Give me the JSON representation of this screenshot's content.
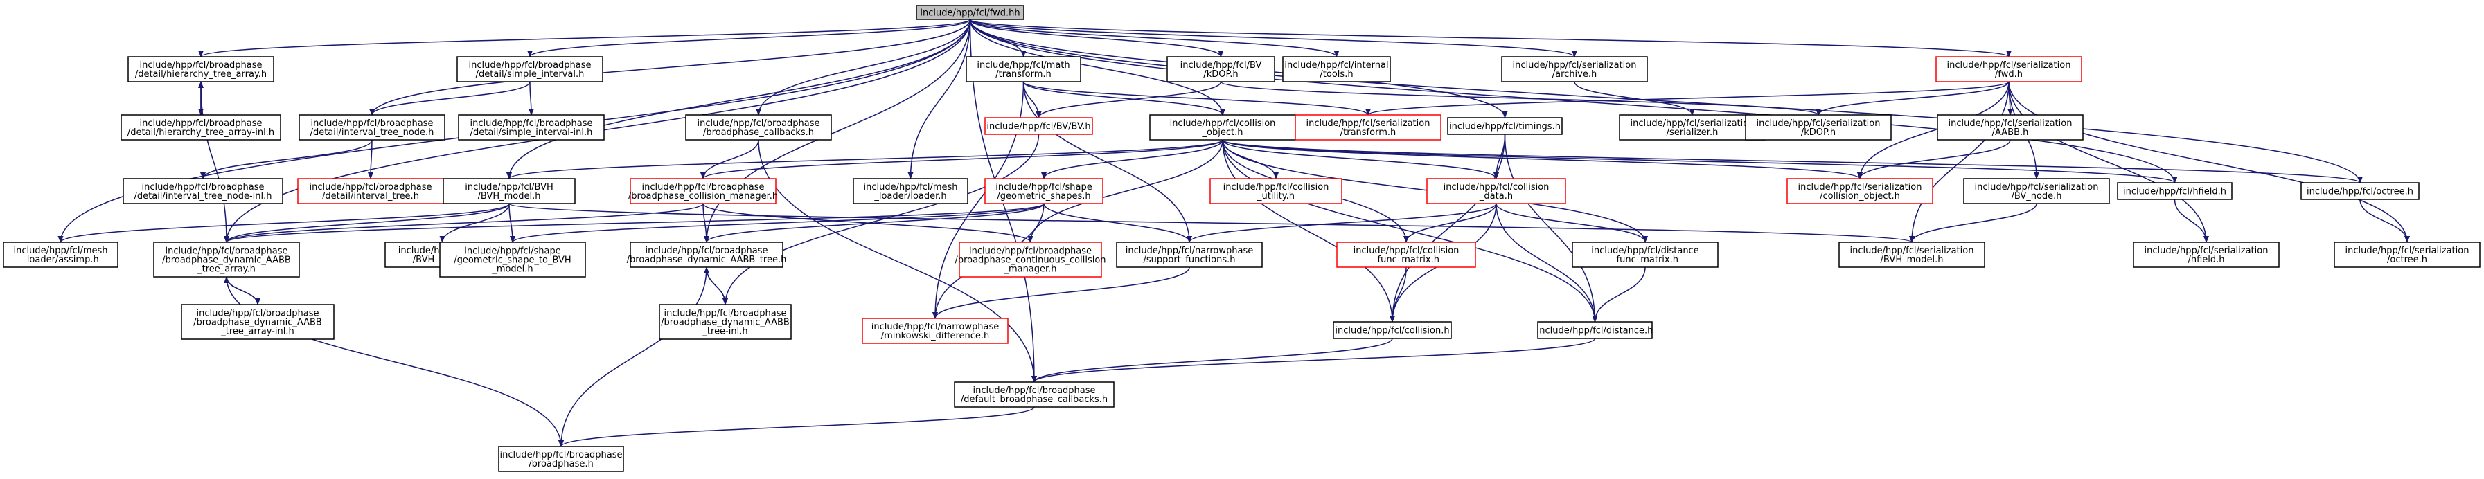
{
  "graph": {
    "title": "",
    "edge_color": "#191970",
    "missing_file_border": "#ff0000",
    "root_fill": "#bfbfbf",
    "nodes": [
      {
        "id": "fwd",
        "label": [
          "include/hpp/fcl/fwd.hh"
        ],
        "root": true
      },
      {
        "id": "hier_tree",
        "label": [
          "include/hpp/fcl/broadphase",
          "/detail/hierarchy_tree_array.h"
        ]
      },
      {
        "id": "simple_int",
        "label": [
          "include/hpp/fcl/broadphase",
          "/detail/simple_interval.h"
        ]
      },
      {
        "id": "math_tf",
        "label": [
          "include/hpp/fcl/math",
          "/transform.h"
        ]
      },
      {
        "id": "kdop",
        "label": [
          "include/hpp/fcl/BV",
          "/kDOP.h"
        ]
      },
      {
        "id": "internal_tools",
        "label": [
          "include/hpp/fcl/internal",
          "/tools.h"
        ]
      },
      {
        "id": "ser_archive",
        "label": [
          "include/hpp/fcl/serialization",
          "/archive.h"
        ]
      },
      {
        "id": "ser_fwd",
        "label": [
          "include/hpp/fcl/serialization",
          "/fwd.h"
        ],
        "red": true
      },
      {
        "id": "hier_tree_inl",
        "label": [
          "include/hpp/fcl/broadphase",
          "/detail/hierarchy_tree_array-inl.h"
        ]
      },
      {
        "id": "int_tree_node",
        "label": [
          "include/hpp/fcl/broadphase",
          "/detail/interval_tree_node.h"
        ]
      },
      {
        "id": "simple_int_inl",
        "label": [
          "include/hpp/fcl/broadphase",
          "/detail/simple_interval-inl.h"
        ]
      },
      {
        "id": "bp_callbacks",
        "label": [
          "include/hpp/fcl/broadphase",
          "/broadphase_callbacks.h"
        ]
      },
      {
        "id": "bvbv",
        "label": [
          "include/hpp/fcl/BV/BV.h"
        ],
        "red": true
      },
      {
        "id": "coll_obj",
        "label": [
          "include/hpp/fcl/collision",
          "_object.h"
        ]
      },
      {
        "id": "ser_tf",
        "label": [
          "include/hpp/fcl/serialization",
          "/transform.h"
        ],
        "red": true
      },
      {
        "id": "timings",
        "label": [
          "include/hpp/fcl/timings.h"
        ]
      },
      {
        "id": "ser_serializer",
        "label": [
          "include/hpp/fcl/serialization",
          "/serializer.h"
        ]
      },
      {
        "id": "ser_kdop",
        "label": [
          "include/hpp/fcl/serialization",
          "/kDOP.h"
        ]
      },
      {
        "id": "ser_aabb",
        "label": [
          "include/hpp/fcl/serialization",
          "/AABB.h"
        ]
      },
      {
        "id": "int_tree_node_inl",
        "label": [
          "include/hpp/fcl/broadphase",
          "/detail/interval_tree_node-inl.h"
        ]
      },
      {
        "id": "int_tree",
        "label": [
          "include/hpp/fcl/broadphase",
          "/detail/interval_tree.h"
        ],
        "red": true
      },
      {
        "id": "bvh_model",
        "label": [
          "include/hpp/fcl/BVH",
          "/BVH_model.h"
        ]
      },
      {
        "id": "bp_coll_mgr",
        "label": [
          "include/hpp/fcl/broadphase",
          "/broadphase_collision_manager.h"
        ],
        "red": true
      },
      {
        "id": "mesh_loader",
        "label": [
          "include/hpp/fcl/mesh",
          "_loader/loader.h"
        ]
      },
      {
        "id": "shape_geom",
        "label": [
          "include/hpp/fcl/shape",
          "/geometric_shapes.h"
        ],
        "red": true
      },
      {
        "id": "coll_utility",
        "label": [
          "include/hpp/fcl/collision",
          "_utility.h"
        ],
        "red": true
      },
      {
        "id": "coll_data",
        "label": [
          "include/hpp/fcl/collision",
          "_data.h"
        ],
        "red": true
      },
      {
        "id": "ser_coll_obj",
        "label": [
          "include/hpp/fcl/serialization",
          "/collision_object.h"
        ],
        "red": true
      },
      {
        "id": "ser_bv_node",
        "label": [
          "include/hpp/fcl/serialization",
          "/BV_node.h"
        ]
      },
      {
        "id": "hfield",
        "label": [
          "include/hpp/fcl/hfield.h"
        ]
      },
      {
        "id": "octree",
        "label": [
          "include/hpp/fcl/octree.h"
        ]
      },
      {
        "id": "assimp",
        "label": [
          "include/hpp/fcl/mesh",
          "_loader/assimp.h"
        ]
      },
      {
        "id": "bp_dyn_aabb_arr",
        "label": [
          "include/hpp/fcl/broadphase",
          "/broadphase_dynamic_AABB",
          "_tree_array.h"
        ]
      },
      {
        "id": "bvh_utility",
        "label": [
          "include/hpp/fcl/BVH",
          "/BVH_utility.h"
        ]
      },
      {
        "id": "shape_to_bvh",
        "label": [
          "include/hpp/fcl/shape",
          "/geometric_shape_to_BVH",
          "_model.h"
        ]
      },
      {
        "id": "bp_dyn_aabb",
        "label": [
          "include/hpp/fcl/broadphase",
          "/broadphase_dynamic_AABB_tree.h"
        ]
      },
      {
        "id": "bp_continuous",
        "label": [
          "include/hpp/fcl/broadphase",
          "/broadphase_continuous_collision",
          "_manager.h"
        ],
        "red": true
      },
      {
        "id": "np_support",
        "label": [
          "include/hpp/fcl/narrowphase",
          "/support_functions.h"
        ]
      },
      {
        "id": "coll_func_matrix",
        "label": [
          "include/hpp/fcl/collision",
          "_func_matrix.h"
        ],
        "red": true
      },
      {
        "id": "dist_func_matrix",
        "label": [
          "include/hpp/fcl/distance",
          "_func_matrix.h"
        ]
      },
      {
        "id": "ser_bvh_model",
        "label": [
          "include/hpp/fcl/serialization",
          "/BVH_model.h"
        ]
      },
      {
        "id": "ser_hfield",
        "label": [
          "include/hpp/fcl/serialization",
          "/hfield.h"
        ]
      },
      {
        "id": "ser_octree",
        "label": [
          "include/hpp/fcl/serialization",
          "/octree.h"
        ]
      },
      {
        "id": "bp_dyn_aabb_arr_inl",
        "label": [
          "include/hpp/fcl/broadphase",
          "/broadphase_dynamic_AABB",
          "_tree_array-inl.h"
        ]
      },
      {
        "id": "bp_dyn_aabb_inl",
        "label": [
          "include/hpp/fcl/broadphase",
          "/broadphase_dynamic_AABB",
          "_tree-inl.h"
        ]
      },
      {
        "id": "np_minkowski",
        "label": [
          "include/hpp/fcl/narrowphase",
          "/minkowski_difference.h"
        ],
        "red": true
      },
      {
        "id": "collision_h",
        "label": [
          "include/hpp/fcl/collision.h"
        ]
      },
      {
        "id": "distance_h",
        "label": [
          "include/hpp/fcl/distance.h"
        ]
      },
      {
        "id": "bp_default_cb",
        "label": [
          "include/hpp/fcl/broadphase",
          "/default_broadphase_callbacks.h"
        ]
      },
      {
        "id": "bp_broadphase",
        "label": [
          "include/hpp/fcl/broadphase",
          "/broadphase.h"
        ]
      }
    ],
    "edges": [
      [
        "fwd",
        "hier_tree"
      ],
      [
        "fwd",
        "simple_int"
      ],
      [
        "fwd",
        "math_tf"
      ],
      [
        "fwd",
        "kdop"
      ],
      [
        "fwd",
        "internal_tools"
      ],
      [
        "fwd",
        "ser_archive"
      ],
      [
        "fwd",
        "ser_fwd"
      ],
      [
        "fwd",
        "int_tree_node"
      ],
      [
        "fwd",
        "bp_callbacks"
      ],
      [
        "fwd",
        "coll_obj"
      ],
      [
        "fwd",
        "timings"
      ],
      [
        "fwd",
        "bvh_model"
      ],
      [
        "fwd",
        "mesh_loader"
      ],
      [
        "fwd",
        "bp_dyn_aabb_arr"
      ],
      [
        "fwd",
        "assimp"
      ],
      [
        "fwd",
        "hfield"
      ],
      [
        "fwd",
        "octree"
      ],
      [
        "fwd",
        "bp_default_cb"
      ],
      [
        "fwd",
        "bp_dyn_aabb"
      ],
      [
        "hier_tree",
        "hier_tree_inl"
      ],
      [
        "hier_tree_inl",
        "hier_tree"
      ],
      [
        "hier_tree",
        "bp_dyn_aabb_arr"
      ],
      [
        "simple_int",
        "int_tree_node"
      ],
      [
        "simple_int",
        "simple_int_inl"
      ],
      [
        "int_tree_node",
        "int_tree_node_inl"
      ],
      [
        "int_tree_node",
        "int_tree"
      ],
      [
        "math_tf",
        "bvbv"
      ],
      [
        "math_tf",
        "coll_obj"
      ],
      [
        "math_tf",
        "ser_tf"
      ],
      [
        "math_tf",
        "np_support"
      ],
      [
        "math_tf",
        "np_minkowski"
      ],
      [
        "kdop",
        "bvbv"
      ],
      [
        "kdop",
        "ser_kdop"
      ],
      [
        "ser_archive",
        "ser_serializer"
      ],
      [
        "ser_fwd",
        "ser_tf"
      ],
      [
        "ser_fwd",
        "ser_kdop"
      ],
      [
        "ser_fwd",
        "ser_aabb"
      ],
      [
        "ser_fwd",
        "ser_coll_obj"
      ],
      [
        "ser_fwd",
        "ser_bv_node"
      ],
      [
        "ser_fwd",
        "ser_bvh_model"
      ],
      [
        "ser_fwd",
        "ser_hfield"
      ],
      [
        "ser_fwd",
        "ser_octree"
      ],
      [
        "ser_aabb",
        "ser_coll_obj"
      ],
      [
        "ser_bv_node",
        "ser_bvh_model"
      ],
      [
        "bp_callbacks",
        "bp_coll_mgr"
      ],
      [
        "bp_callbacks",
        "bp_default_cb"
      ],
      [
        "bvbv",
        "bp_dyn_aabb_inl"
      ],
      [
        "coll_obj",
        "bvh_model"
      ],
      [
        "coll_obj",
        "bp_coll_mgr"
      ],
      [
        "coll_obj",
        "shape_geom"
      ],
      [
        "coll_obj",
        "coll_utility"
      ],
      [
        "coll_obj",
        "coll_data"
      ],
      [
        "coll_obj",
        "ser_coll_obj"
      ],
      [
        "coll_obj",
        "hfield"
      ],
      [
        "coll_obj",
        "octree"
      ],
      [
        "coll_obj",
        "collision_h"
      ],
      [
        "coll_obj",
        "distance_h"
      ],
      [
        "coll_obj",
        "coll_func_matrix"
      ],
      [
        "coll_obj",
        "dist_func_matrix"
      ],
      [
        "coll_obj",
        "bp_continuous"
      ],
      [
        "timings",
        "coll_data"
      ],
      [
        "timings",
        "collision_h"
      ],
      [
        "timings",
        "distance_h"
      ],
      [
        "bvh_model",
        "bvh_utility"
      ],
      [
        "bvh_model",
        "shape_to_bvh"
      ],
      [
        "bvh_model",
        "bp_dyn_aabb_arr"
      ],
      [
        "bvh_model",
        "assimp"
      ],
      [
        "bvh_model",
        "ser_bvh_model"
      ],
      [
        "bp_coll_mgr",
        "bp_dyn_aabb_arr"
      ],
      [
        "bp_coll_mgr",
        "bp_dyn_aabb"
      ],
      [
        "bp_coll_mgr",
        "bp_continuous"
      ],
      [
        "shape_geom",
        "shape_to_bvh"
      ],
      [
        "shape_geom",
        "np_support"
      ],
      [
        "shape_geom",
        "bp_dyn_aabb_arr"
      ],
      [
        "shape_geom",
        "bp_dyn_aabb"
      ],
      [
        "shape_geom",
        "np_minkowski"
      ],
      [
        "coll_data",
        "np_support"
      ],
      [
        "coll_data",
        "coll_func_matrix"
      ],
      [
        "coll_data",
        "dist_func_matrix"
      ],
      [
        "coll_data",
        "collision_h"
      ],
      [
        "coll_data",
        "distance_h"
      ],
      [
        "hfield",
        "ser_hfield"
      ],
      [
        "octree",
        "ser_octree"
      ],
      [
        "bp_dyn_aabb_arr",
        "bp_dyn_aabb_arr_inl"
      ],
      [
        "bp_dyn_aabb_arr_inl",
        "bp_dyn_aabb_arr"
      ],
      [
        "bp_dyn_aabb_arr",
        "bp_broadphase"
      ],
      [
        "bp_dyn_aabb",
        "bp_dyn_aabb_inl"
      ],
      [
        "bp_dyn_aabb_inl",
        "bp_dyn_aabb"
      ],
      [
        "bp_dyn_aabb",
        "bp_broadphase"
      ],
      [
        "np_support",
        "np_minkowski"
      ],
      [
        "coll_func_matrix",
        "collision_h"
      ],
      [
        "dist_func_matrix",
        "distance_h"
      ],
      [
        "collision_h",
        "bp_default_cb"
      ],
      [
        "distance_h",
        "bp_default_cb"
      ],
      [
        "bp_default_cb",
        "bp_broadphase"
      ]
    ]
  }
}
